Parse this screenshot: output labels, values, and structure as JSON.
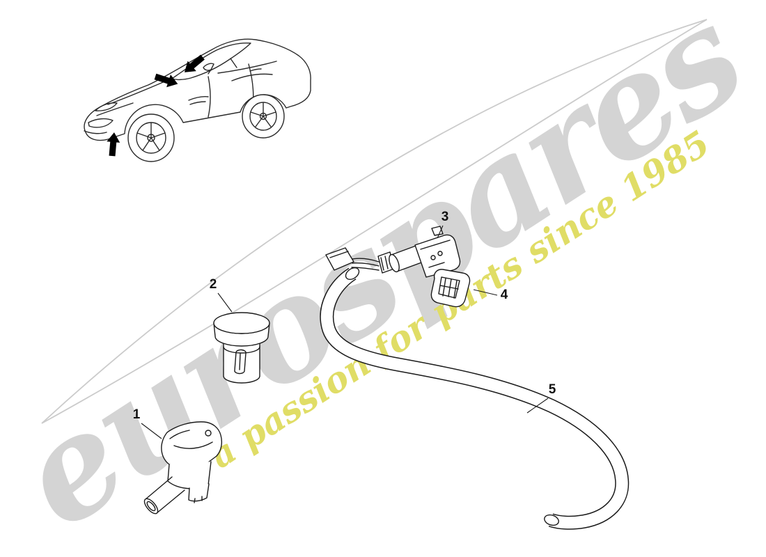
{
  "page": {
    "background": "#ffffff"
  },
  "watermark": {
    "brand": "eurospares",
    "tagline": "a passion for parts since 1985",
    "brand_color": "#d4d4d4",
    "tagline_color": "#e0dd66",
    "swoosh_color": "#cbcbcb"
  },
  "diagram": {
    "line_color": "#1a1a1a",
    "parts": [
      {
        "label": "1"
      },
      {
        "label": "2"
      },
      {
        "label": "3"
      },
      {
        "label": "4"
      },
      {
        "label": "5"
      }
    ]
  }
}
